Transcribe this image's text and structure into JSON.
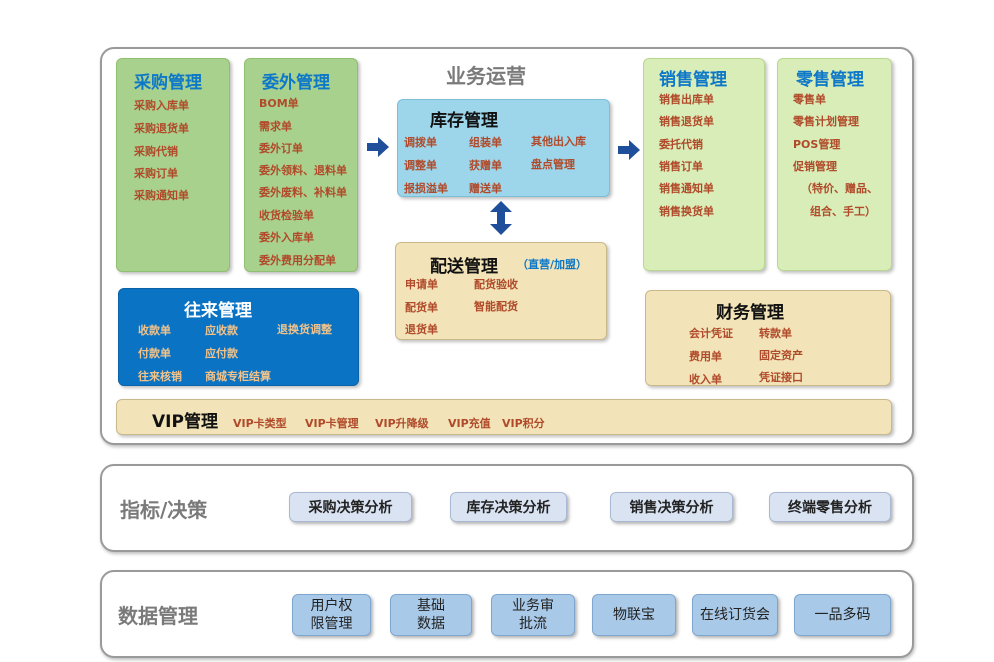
{
  "ops": {
    "title": "业务运营",
    "purchase": {
      "title": "采购管理",
      "items": [
        "采购入库单",
        "采购退货单",
        "采购代销",
        "采购订单",
        "采购通知单"
      ]
    },
    "outsource": {
      "title": "委外管理",
      "items": [
        "BOM单",
        "需求单",
        "委外订单",
        "委外领料、退料单",
        "委外废料、补料单",
        "收货检验单",
        "委外入库单",
        "委外费用分配单"
      ]
    },
    "inventory": {
      "title": "库存管理",
      "items": [
        "调拨单",
        "组装单",
        "其他出入库",
        "调整单",
        "获赠单",
        "盘点管理",
        "报损溢单",
        "赠送单"
      ]
    },
    "delivery": {
      "title": "配送管理",
      "subtitle": "（直营/加盟）",
      "items": [
        "申请单",
        "配货验收",
        "配货单",
        "智能配货",
        "退货单"
      ]
    },
    "sales": {
      "title": "销售管理",
      "items": [
        "销售出库单",
        "销售退货单",
        "委托代销",
        "销售订单",
        "销售通知单",
        "销售换货单"
      ]
    },
    "retail": {
      "title": "零售管理",
      "items": [
        "零售单",
        "零售计划管理",
        "POS管理",
        "促销管理",
        "（特价、赠品、",
        "组合、手工）"
      ]
    },
    "contacts": {
      "title": "往来管理",
      "items": [
        "收款单",
        "应收款",
        "退换货调整",
        "付款单",
        "应付款",
        "往来核销",
        "商城专柜结算"
      ]
    },
    "finance": {
      "title": "财务管理",
      "items": [
        "会计凭证",
        "转款单",
        "费用单",
        "固定资产",
        "收入单",
        "凭证接口"
      ]
    },
    "vip": {
      "title": "VIP管理",
      "items": [
        "VIP卡类型",
        "VIP卡管理",
        "VIP升降级",
        "VIP充值",
        "VIP积分"
      ]
    }
  },
  "decision": {
    "title": "指标/决策",
    "items": [
      "采购决策分析",
      "库存决策分析",
      "销售决策分析",
      "终端零售分析"
    ]
  },
  "data": {
    "title": "数据管理",
    "items": [
      {
        "line1": "用户权",
        "line2": "限管理"
      },
      {
        "line1": "基础",
        "line2": "数据"
      },
      {
        "line1": "业务审",
        "line2": "批流"
      },
      {
        "line1": "物联宝",
        "line2": ""
      },
      {
        "line1": "在线订货会",
        "line2": ""
      },
      {
        "line1": "一品多码",
        "line2": ""
      }
    ]
  },
  "colors": {
    "arrow": "#1f4e9a",
    "title_blue": "#0e78c8",
    "item_red": "#b04a2a"
  },
  "icons": {
    "right_arrow": "right-arrow-icon",
    "updown_arrow": "up-down-arrow-icon"
  }
}
